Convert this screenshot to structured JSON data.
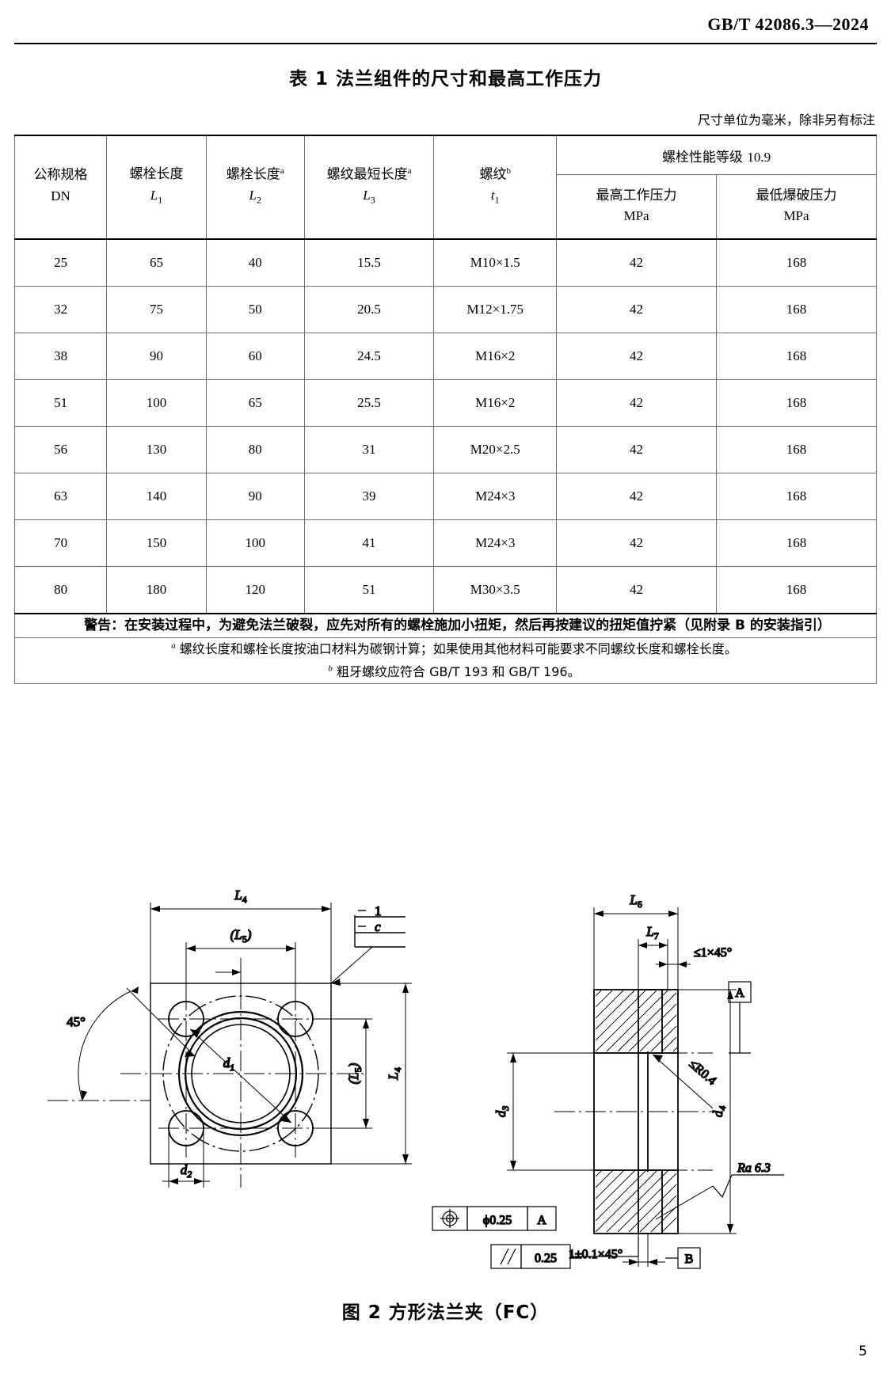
{
  "header": {
    "standard_no": "GB/T 42086.3—2024"
  },
  "table": {
    "caption": "表 1   法兰组件的尺寸和最高工作压力",
    "unit_note": "尺寸单位为毫米，除非另有标注",
    "headers": {
      "dn_cn": "公称规格",
      "dn_sym": "DN",
      "l1_cn": "螺栓长度",
      "l1_sym": "L",
      "l1_sub": "1",
      "l2_cn": "螺栓长度",
      "l2_fn": "a",
      "l2_sym": "L",
      "l2_sub": "2",
      "l3_cn": "螺纹最短长度",
      "l3_fn": "a",
      "l3_sym": "L",
      "l3_sub": "3",
      "t1_cn": "螺纹",
      "t1_fn": "b",
      "t1_sym": "t",
      "t1_sub": "1",
      "group_cn": "螺栓性能等级",
      "group_val": "10.9",
      "mwp_cn": "最高工作压力",
      "mwp_unit": "MPa",
      "burst_cn": "最低爆破压力",
      "burst_unit": "MPa"
    },
    "rows": [
      {
        "dn": "25",
        "l1": "65",
        "l2": "40",
        "l3": "15.5",
        "thread": "M10×1.5",
        "mwp": "42",
        "burst": "168"
      },
      {
        "dn": "32",
        "l1": "75",
        "l2": "50",
        "l3": "20.5",
        "thread": "M12×1.75",
        "mwp": "42",
        "burst": "168"
      },
      {
        "dn": "38",
        "l1": "90",
        "l2": "60",
        "l3": "24.5",
        "thread": "M16×2",
        "mwp": "42",
        "burst": "168"
      },
      {
        "dn": "51",
        "l1": "100",
        "l2": "65",
        "l3": "25.5",
        "thread": "M16×2",
        "mwp": "42",
        "burst": "168"
      },
      {
        "dn": "56",
        "l1": "130",
        "l2": "80",
        "l3": "31",
        "thread": "M20×2.5",
        "mwp": "42",
        "burst": "168"
      },
      {
        "dn": "63",
        "l1": "140",
        "l2": "90",
        "l3": "39",
        "thread": "M24×3",
        "mwp": "42",
        "burst": "168"
      },
      {
        "dn": "70",
        "l1": "150",
        "l2": "100",
        "l3": "41",
        "thread": "M24×3",
        "mwp": "42",
        "burst": "168"
      },
      {
        "dn": "80",
        "l1": "180",
        "l2": "120",
        "l3": "51",
        "thread": "M30×3.5",
        "mwp": "42",
        "burst": "168"
      }
    ],
    "warning": "警告：在安装过程中，为避免法兰破裂，应先对所有的螺栓施加小扭矩，然后再按建议的扭矩值拧紧（见附录 B 的安装指引）",
    "footnote_a_mark": "a",
    "footnote_a": "螺纹长度和螺栓长度按油口材料为碳钢计算；如果使用其他材料可能要求不同螺纹长度和螺栓长度。",
    "footnote_b_mark": "b",
    "footnote_b": "粗牙螺纹应符合 GB/T 193 和 GB/T 196。"
  },
  "figure": {
    "caption": "图 2   方形法兰夹（FC）",
    "labels": {
      "L4": "L",
      "L4sub": "4",
      "L5": "(L",
      "L5sub": "5",
      "L6": "L",
      "L6sub": "6",
      "L7": "L",
      "L7sub": "7",
      "d1": "d",
      "d1sub": "1",
      "d2": "d",
      "d2sub": "2",
      "d3": "d",
      "d3sub": "3",
      "d4": "d",
      "d4sub": "4",
      "angle45": "45°",
      "leader_1": "1",
      "leader_c": "c",
      "chamfer_top": "≤1×45°",
      "radius": "≤R0.4",
      "surface_finish": "Ra 6.3",
      "chamfer_bottom": "1±0.1×45°",
      "datum_a": "A",
      "datum_b": "B",
      "gdt_position_sym": "⌖",
      "gdt_position_tol": "ϕ0.25",
      "gdt_position_datum": "A",
      "gdt_parallel_sym": "∥",
      "gdt_parallel_tol": "0.25",
      "gdt_parallel_datum": "B"
    }
  },
  "footer": {
    "page_number": "5"
  }
}
